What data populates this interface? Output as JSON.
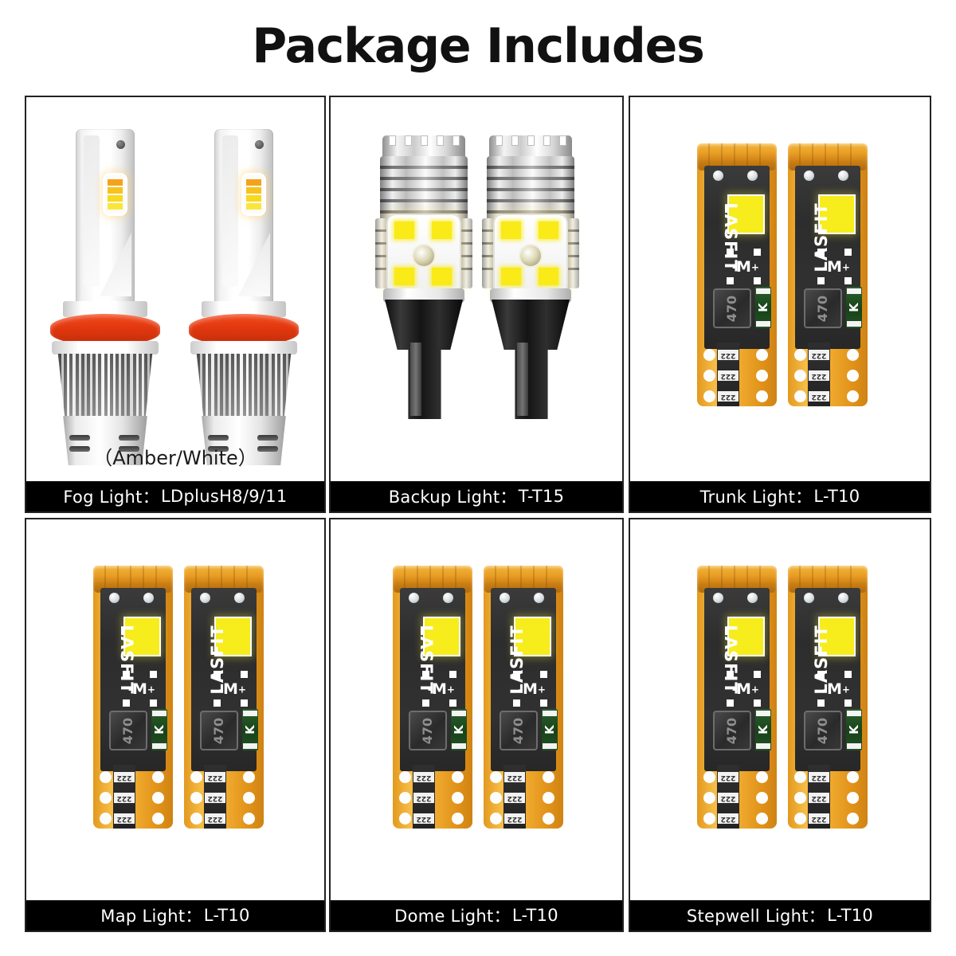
{
  "title": "Package Includes",
  "panels": [
    {
      "key": "Fog Light：",
      "value": "LDplusH8/9/11",
      "note": "（Amber/White）",
      "product": "fog-bulb",
      "count": 2
    },
    {
      "key": "Backup Light：",
      "value": "T-T15",
      "note": "",
      "product": "t15-bulb",
      "count": 2
    },
    {
      "key": "Trunk Light：",
      "value": "L-T10",
      "note": "",
      "product": "t10-bulb",
      "count": 2
    },
    {
      "key": "Map Light：",
      "value": "L-T10",
      "note": "",
      "product": "t10-bulb",
      "count": 2
    },
    {
      "key": "Dome Light：",
      "value": "L-T10",
      "note": "",
      "product": "t10-bulb",
      "count": 2
    },
    {
      "key": "Stepwell Light：",
      "value": "L-T10",
      "note": "",
      "product": "t10-bulb",
      "count": 2
    }
  ],
  "pcb": {
    "brand": "LASFIT",
    "marking_m": "M",
    "marking_plus": "+",
    "marking_minus": "-",
    "inductor_code": "470",
    "diode_code": "K",
    "resistor_code": "222"
  },
  "colors": {
    "background": "#ffffff",
    "caption_bg": "#000000",
    "caption_text": "#ffffff",
    "title_text": "#111111",
    "border": "#222222",
    "pcb_gold": "#f0ab30",
    "pcb_black": "#2d2d2d",
    "led_yellow": "#f7ec1c",
    "oring_red": "#e2380f",
    "heatsink_silver": "#d2d2d2",
    "diode_green": "#24521f"
  }
}
